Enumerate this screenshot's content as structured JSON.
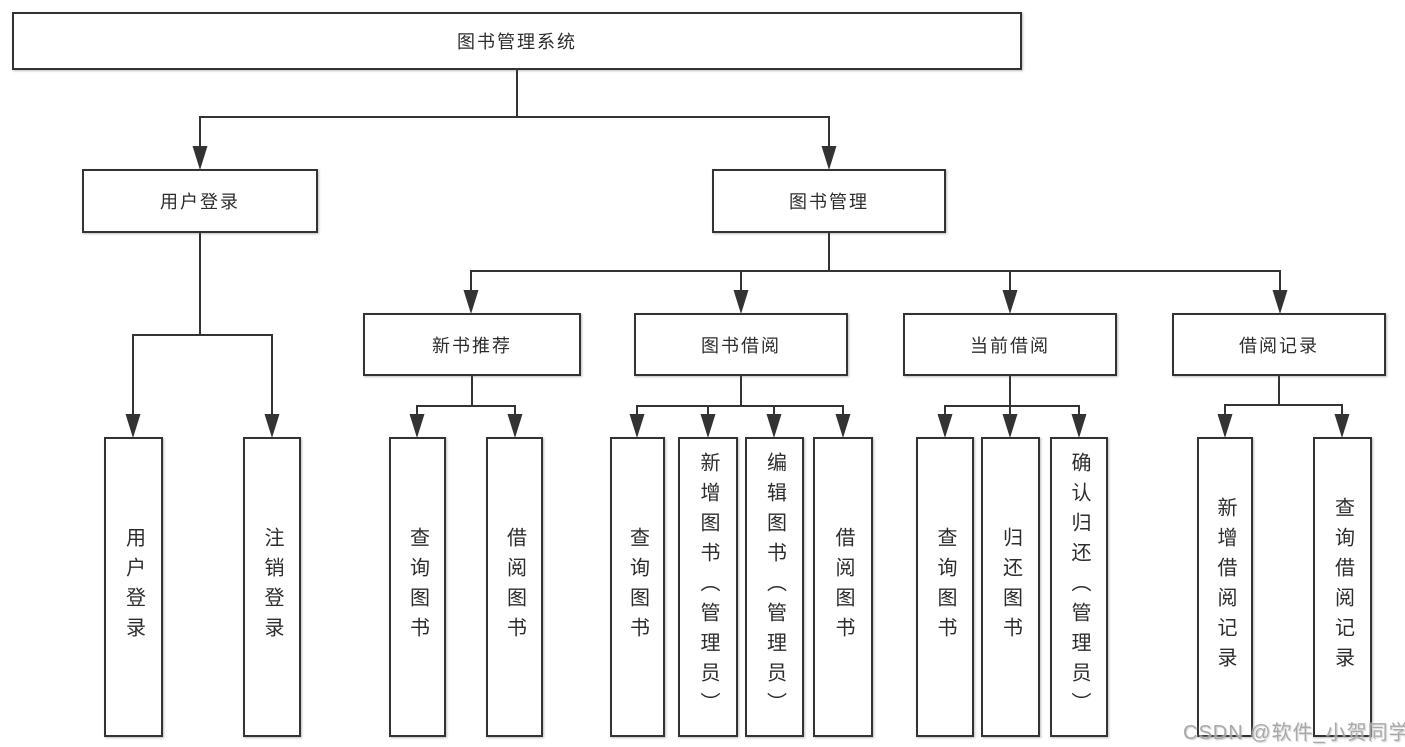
{
  "tree": {
    "root": "图书管理系统",
    "user_login": {
      "label": "用户登录",
      "children": [
        "用户登录",
        "注销登录"
      ]
    },
    "book_management": {
      "label": "图书管理",
      "sections": [
        {
          "label": "新书推荐",
          "children": [
            "查询图书",
            "借阅图书"
          ]
        },
        {
          "label": "图书借阅",
          "children": [
            "查询图书",
            "新增图书（管理员）",
            "编辑图书（管理员）",
            "借阅图书"
          ]
        },
        {
          "label": "当前借阅",
          "children": [
            "查询图书",
            "归还图书",
            "确认归还（管理员）"
          ]
        },
        {
          "label": "借阅记录",
          "children": [
            "新增借阅记录",
            "查询借阅记录"
          ]
        }
      ]
    }
  },
  "watermark": "CSDN @软件_小贺同学",
  "colors": {
    "line": "#333333",
    "text": "#2d2d2d",
    "background": "#ffffff",
    "watermark": "#9e9e9e"
  }
}
